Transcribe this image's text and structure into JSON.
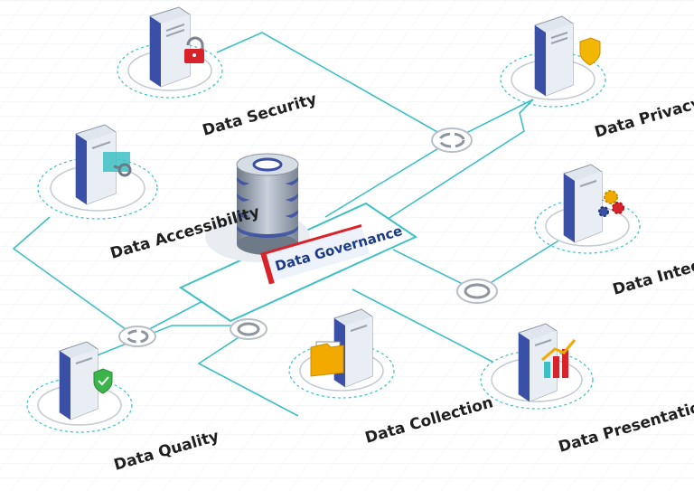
{
  "colors": {
    "connector": "#3dbfc4",
    "server_front": "#3a4fa6",
    "server_side": "#dfe6ee",
    "label_border": "#d8232a",
    "label_text": "#1b3a8a"
  },
  "center": {
    "label": "Data Governance"
  },
  "nodes": [
    {
      "id": "security",
      "label": "Data Security",
      "icon": "padlock-icon"
    },
    {
      "id": "privacy",
      "label": "Data Privacy",
      "icon": "shield-icon"
    },
    {
      "id": "accessibility",
      "label": "Data Accessibility",
      "icon": "key-icon"
    },
    {
      "id": "integrity",
      "label": "Data Integrity",
      "icon": "gears-icon"
    },
    {
      "id": "quality",
      "label": "Data Quality",
      "icon": "check-shield-icon"
    },
    {
      "id": "collection",
      "label": "Data Collection",
      "icon": "folder-icon"
    },
    {
      "id": "presentation",
      "label": "Data Presentation",
      "icon": "bar-chart-icon"
    }
  ]
}
